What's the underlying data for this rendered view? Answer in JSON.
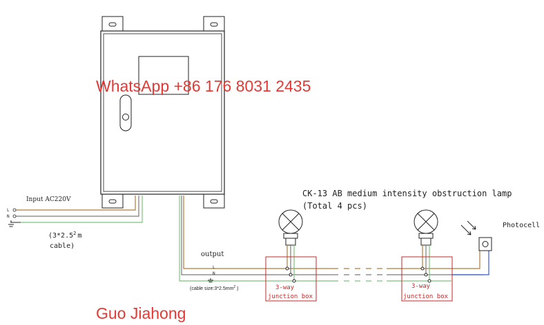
{
  "watermark": {
    "contact": "WhatsApp +86 176 8031 2435",
    "author": "Guo Jiahong",
    "color": "#e53935"
  },
  "input": {
    "label": "Input AC220V",
    "line_l": "L",
    "line_n": "N",
    "cable_note_line1": "(3*2.5",
    "cable_note_sup": "2",
    "cable_note_tail": "m",
    "cable_note_line2": "cable)"
  },
  "output": {
    "label": "output",
    "line_l": "L",
    "line_n": "N",
    "cable_size_prefix": "(cable size:3*2.5mm",
    "cable_size_sup": "2",
    "cable_size_suffix": " )"
  },
  "lamp": {
    "title": "CK-13 AB medium intensity obstruction lamp",
    "count": "(Total 4 pcs)"
  },
  "junction_boxes": [
    {
      "line1": "3-way",
      "line2": "junction box"
    },
    {
      "line1": "3-way",
      "line2": "junction box"
    }
  ],
  "photocell": {
    "label": "Photocell"
  },
  "colors": {
    "line_live": "#b07a3a",
    "line_neutral": "#7a7a7a",
    "line_ground": "#7cc47c",
    "photocell_wire": "#3a5bd0",
    "box_border": "#c62828",
    "drawing": "#222222"
  }
}
